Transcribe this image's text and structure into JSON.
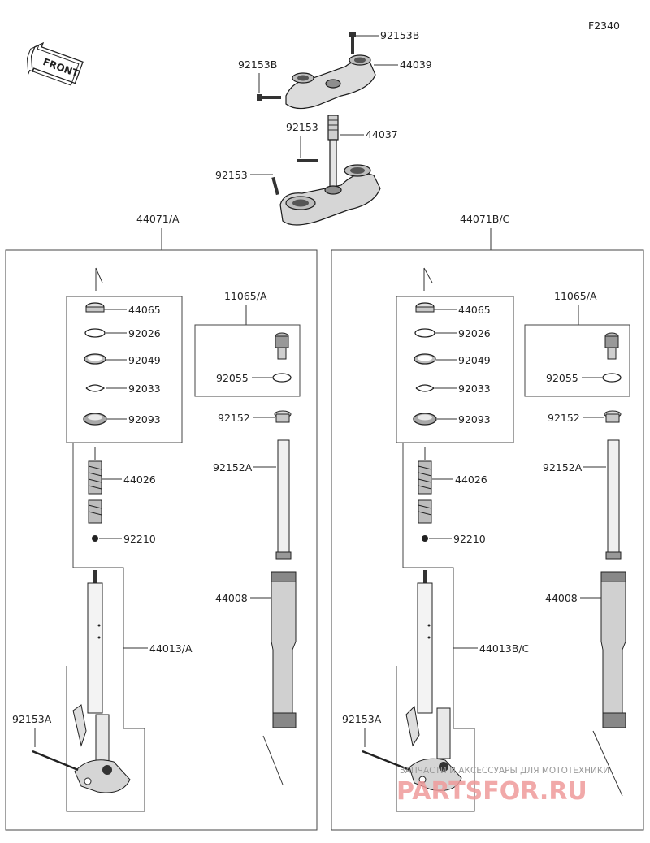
{
  "diagram": {
    "code": "F2340",
    "front_badge": "FRONT",
    "labels": {
      "bolt_upper": "92153B",
      "bracket_upper": "44039",
      "bolt_upper_left": "92153B",
      "stem_bolt": "92153",
      "stem": "44037",
      "stem_bolt_2": "92153",
      "fork_left": "44071/A",
      "fork_right": "44071B/C",
      "kit_left": "11065/A",
      "kit_right": "11065/A",
      "l_44065": "44065",
      "l_92026": "92026",
      "l_92049": "92049",
      "l_92033": "92033",
      "l_92093": "92093",
      "l_44026": "44026",
      "l_92210": "92210",
      "l_44013": "44013/A",
      "l_92153a": "92153A",
      "l_92055": "92055",
      "l_92152": "92152",
      "l_92152a": "92152A",
      "l_44008": "44008",
      "r_44065": "44065",
      "r_92026": "92026",
      "r_92049": "92049",
      "r_92033": "92033",
      "r_92093": "92093",
      "r_44026": "44026",
      "r_92210": "92210",
      "r_44013": "44013B/C",
      "r_92153a": "92153A",
      "r_92055": "92055",
      "r_92152": "92152",
      "r_92152a": "92152A",
      "r_44008": "44008"
    }
  },
  "watermark": {
    "tagline": "ЗАПЧАСТИ И АКСЕССУАРЫ ДЛЯ МОТОТЕХНИКИ",
    "brand": "PARTSFOR.RU"
  }
}
